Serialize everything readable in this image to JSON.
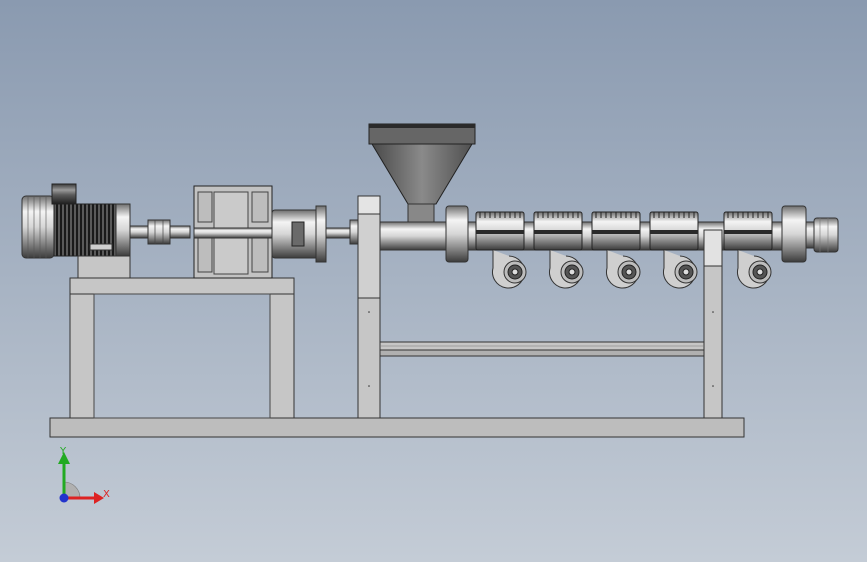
{
  "viewport": {
    "background_top": "#8a9ab0",
    "background_bottom": "#c4ccd6"
  },
  "model": {
    "subject": "single-screw-extruder-assembly",
    "heater_band_count": 5,
    "blower_count": 5
  },
  "triad": {
    "y_label": "Y",
    "x_label": "X",
    "y_color": "#22aa22",
    "x_color": "#dd2222",
    "z_color": "#2233cc"
  }
}
